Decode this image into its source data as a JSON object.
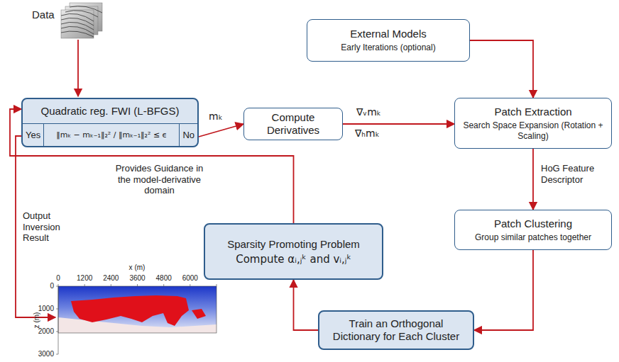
{
  "diagram": {
    "nodes": [
      {
        "text": [
          "Quadratic reg. FWI (L-BFGS)",
          "Yes",
          "‖mₖ − mₖ₋₁‖₂² / ‖mₖ₋₁‖₂² ≤ ϵ",
          "No"
        ]
      },
      {
        "text": [
          "External Models",
          "Early Iterations (optional)"
        ]
      },
      {
        "text": [
          "Compute Derivatives"
        ]
      },
      {
        "text": [
          "Patch Extraction",
          "Search Space Expansion (Rotation + Scaling)"
        ]
      },
      {
        "text": [
          "Patch Clustering",
          "Group similar patches together"
        ]
      },
      {
        "text": [
          "Train an Orthogonal Dictionary for Each Cluster"
        ]
      },
      {
        "text": [
          "Sparsity Promoting Problem",
          "Compute αᵢ,ⱼᵏ and vᵢ,ⱼᵏ"
        ]
      }
    ],
    "edges": [
      {
        "from": 0,
        "to": 2,
        "arrow": "to",
        "label": "mₖ"
      },
      {
        "from": 2,
        "to": 3,
        "arrow": "to",
        "label": "∇ᵥmₖ"
      },
      {
        "from": 1,
        "to": 3,
        "arrow": "to"
      },
      {
        "from": 3,
        "to": 4,
        "arrow": "to",
        "label": "HoG Feature Descriptor"
      },
      {
        "from": 4,
        "to": 5,
        "arrow": "to"
      },
      {
        "from": 5,
        "to": 6,
        "arrow": "to"
      },
      {
        "from": 6,
        "to": 0,
        "arrow": "to",
        "label": "Provides Guidance in the model-derivative domain"
      }
    ],
    "labels": [
      "Data",
      "∇ₕmₖ",
      "Output Inversion Result",
      "x (m)",
      "0",
      "1200",
      "2400",
      "3600",
      "4800",
      "6000",
      "z (m)",
      "0",
      "1000",
      "2000",
      "3000"
    ]
  }
}
